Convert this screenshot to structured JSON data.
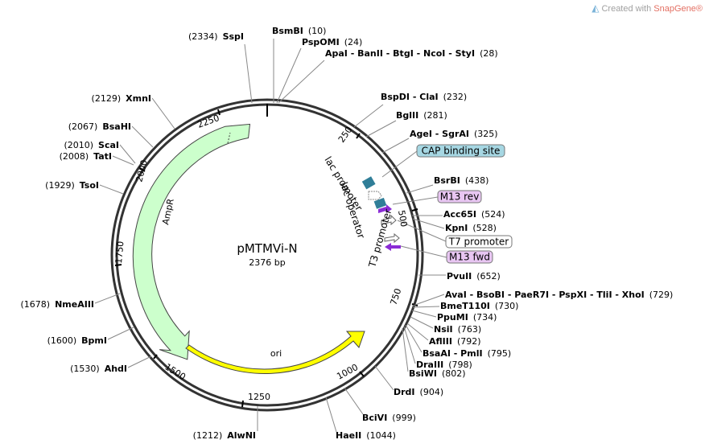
{
  "plasmid": {
    "name": "pMTMVi-N",
    "size_label": "2376 bp"
  },
  "credit": {
    "prefix": "Created with ",
    "brand": "SnapGene®"
  },
  "ticks": [
    "250",
    "500",
    "750",
    "1000",
    "1250",
    "1500",
    "1750",
    "2000",
    "2250"
  ],
  "enzymes": [
    {
      "name": "BsmBI",
      "pos": "(10)"
    },
    {
      "name": "PspOMI",
      "pos": "(24)"
    },
    {
      "name": "ApaI - BanII - BtgI - NcoI - StyI",
      "pos": "(28)"
    },
    {
      "name": "BspDI - ClaI",
      "pos": "(232)"
    },
    {
      "name": "BglII",
      "pos": "(281)"
    },
    {
      "name": "AgeI - SgrAI",
      "pos": "(325)"
    },
    {
      "name": "BsrBI",
      "pos": "(438)"
    },
    {
      "name": "Acc65I",
      "pos": "(524)"
    },
    {
      "name": "KpnI",
      "pos": "(528)"
    },
    {
      "name": "PvuII",
      "pos": "(652)"
    },
    {
      "name": "AvaI - BsoBI - PaeR7I - PspXI - TliI - XhoI",
      "pos": "(729)"
    },
    {
      "name": "BmeT110I",
      "pos": "(730)"
    },
    {
      "name": "PpuMI",
      "pos": "(734)"
    },
    {
      "name": "NsiI",
      "pos": "(763)"
    },
    {
      "name": "AflIII",
      "pos": "(792)"
    },
    {
      "name": "BsaAI - PmlI",
      "pos": "(795)"
    },
    {
      "name": "DraIII",
      "pos": "(798)"
    },
    {
      "name": "BsiWI",
      "pos": "(802)"
    },
    {
      "name": "DrdI",
      "pos": "(904)"
    },
    {
      "name": "BciVI",
      "pos": "(999)"
    },
    {
      "name": "HaeII",
      "pos": "(1044)"
    },
    {
      "name": "AlwNI",
      "pos": "(1212)"
    },
    {
      "name": "AhdI",
      "pos": "(1530)"
    },
    {
      "name": "BpmI",
      "pos": "(1600)"
    },
    {
      "name": "NmeAIII",
      "pos": "(1678)"
    },
    {
      "name": "TsoI",
      "pos": "(1929)"
    },
    {
      "name": "TatI",
      "pos": "(2008)"
    },
    {
      "name": "ScaI",
      "pos": "(2010)"
    },
    {
      "name": "BsaHI",
      "pos": "(2067)"
    },
    {
      "name": "XmnI",
      "pos": "(2129)"
    },
    {
      "name": "SspI",
      "pos": "(2334)"
    }
  ],
  "features": [
    {
      "label": "CAP binding site",
      "boxed": true,
      "color": "#a6d7e3"
    },
    {
      "label": "M13 rev",
      "boxed": true,
      "color": "#e8c6f2"
    },
    {
      "label": "T7 promoter",
      "boxed": true,
      "color": "#ffffff"
    },
    {
      "label": "M13 fwd",
      "boxed": true,
      "color": "#e8c6f2"
    },
    {
      "label": "lac promoter",
      "boxed": false
    },
    {
      "label": "lac operator",
      "boxed": false
    },
    {
      "label": "T3 promoter",
      "boxed": false
    },
    {
      "label": "AmpR",
      "boxed": false
    },
    {
      "label": "ori",
      "boxed": false
    }
  ],
  "colors": {
    "ampr": "#ccffcc",
    "ori": "#ffff00",
    "cap": "#307e98",
    "m13": "#8b2cd6"
  }
}
